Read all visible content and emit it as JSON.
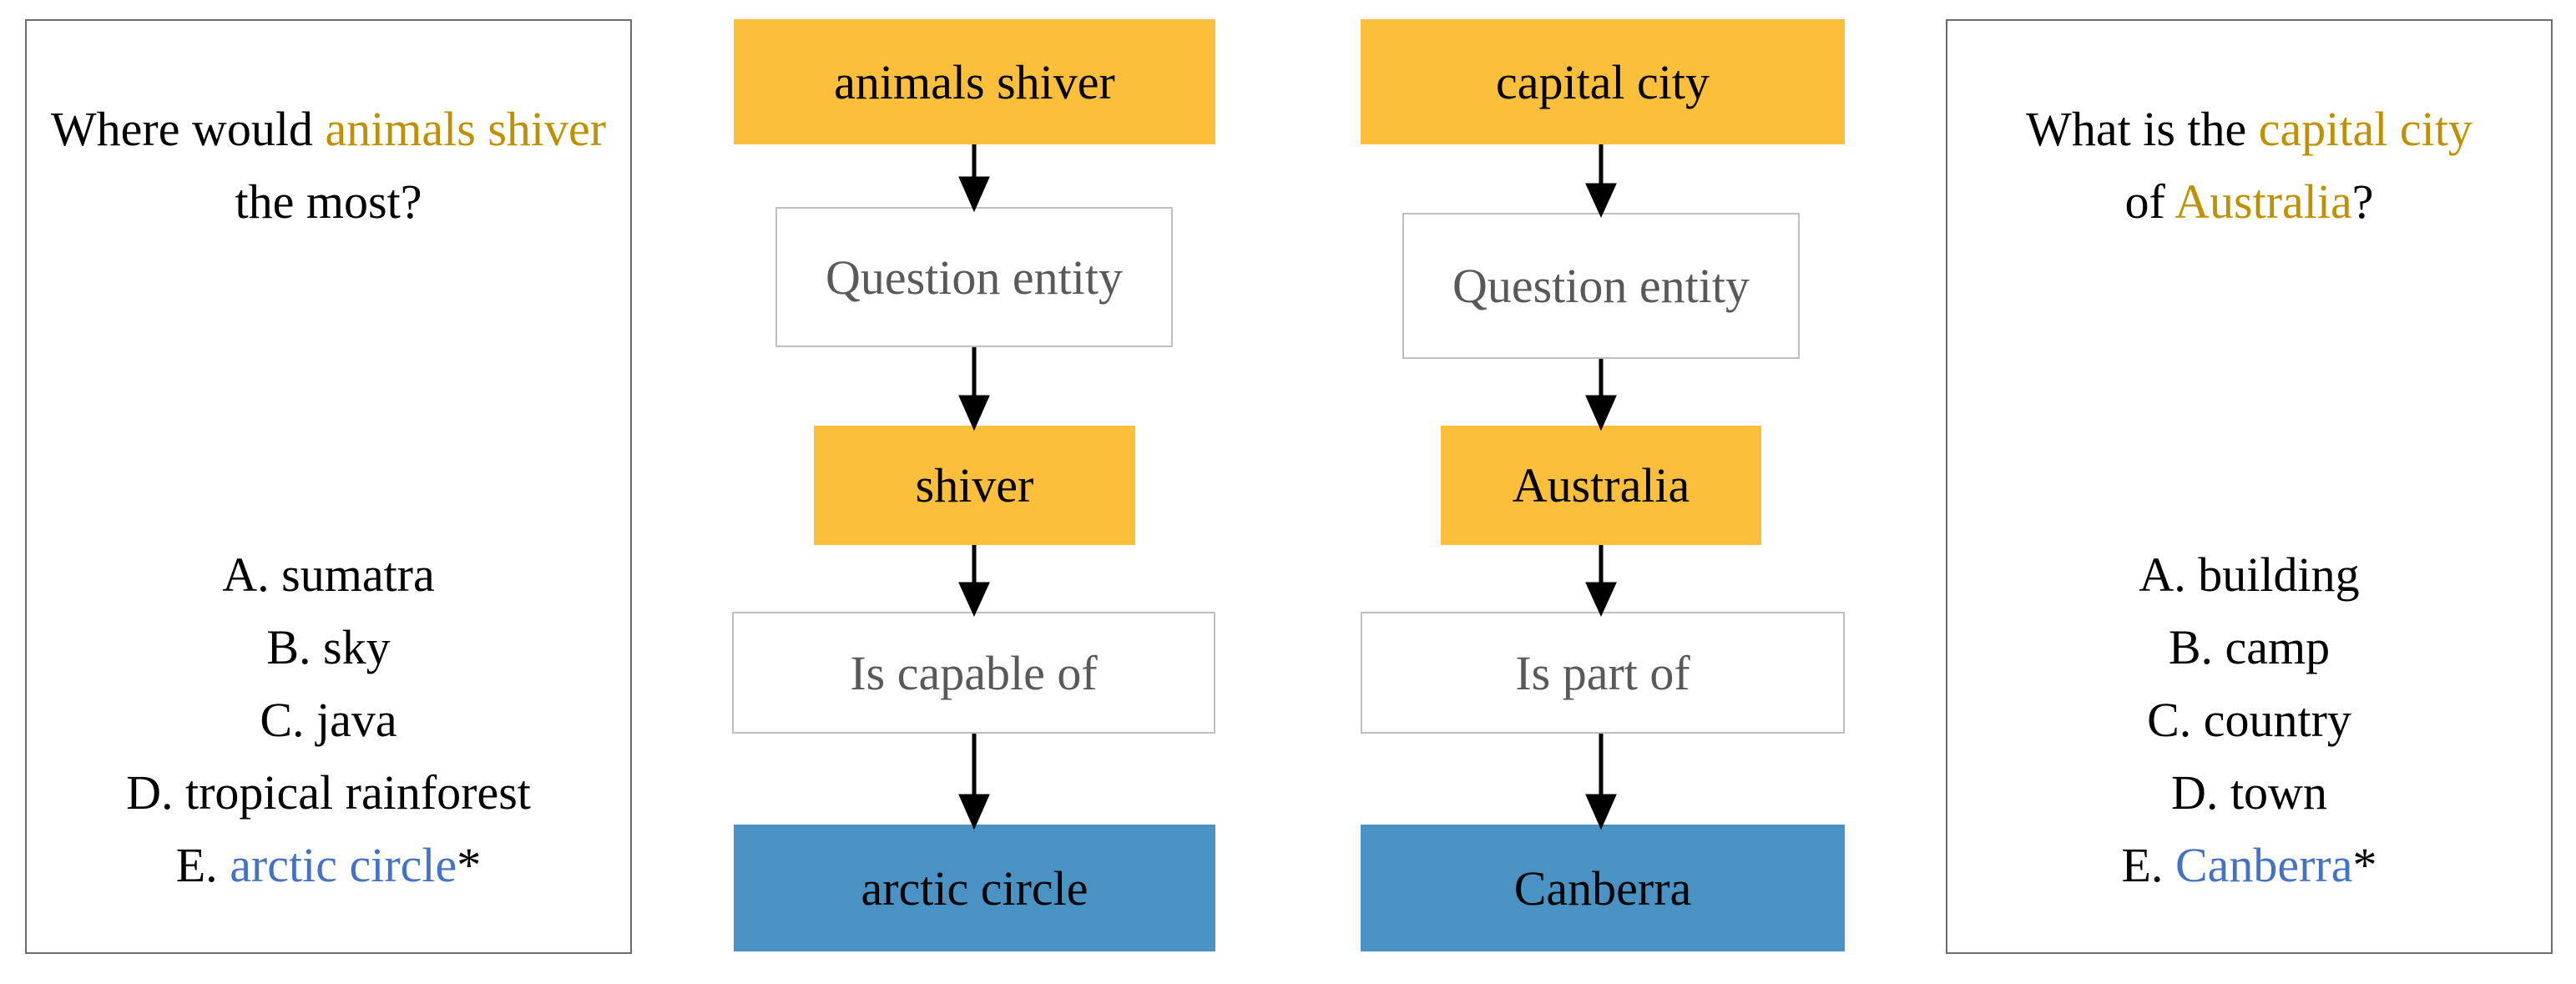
{
  "left_panel": {
    "question_parts": [
      "Where would ",
      "animals shiver",
      " the most?"
    ],
    "options_prefix": [
      "A. ",
      "B. ",
      "C. ",
      "D. ",
      "E. "
    ],
    "options": [
      "sumatra",
      "sky",
      "java",
      "tropical rainforest",
      "arctic circle"
    ],
    "correct_marker": "*"
  },
  "left_chain": {
    "concept": "animals shiver",
    "relation1": "Question entity",
    "entity": "shiver",
    "relation2": "Is capable of",
    "answer": "arctic circle"
  },
  "right_chain": {
    "concept": "capital city",
    "relation1": "Question entity",
    "entity": "Australia",
    "relation2": "Is part of",
    "answer": "Canberra"
  },
  "right_panel": {
    "question_parts": [
      "What is the ",
      "capital city",
      " of ",
      "Australia",
      "?"
    ],
    "options_prefix": [
      "A. ",
      "B. ",
      "C. ",
      "D. ",
      "E. "
    ],
    "options": [
      "building",
      "camp",
      "country",
      "town",
      "Canberra"
    ],
    "correct_marker": "*"
  },
  "colors": {
    "concept_fill": "#fbbf3b",
    "answer_fill": "#4a92c4",
    "highlight_gold": "#bf9000",
    "highlight_blue": "#4472c4"
  }
}
